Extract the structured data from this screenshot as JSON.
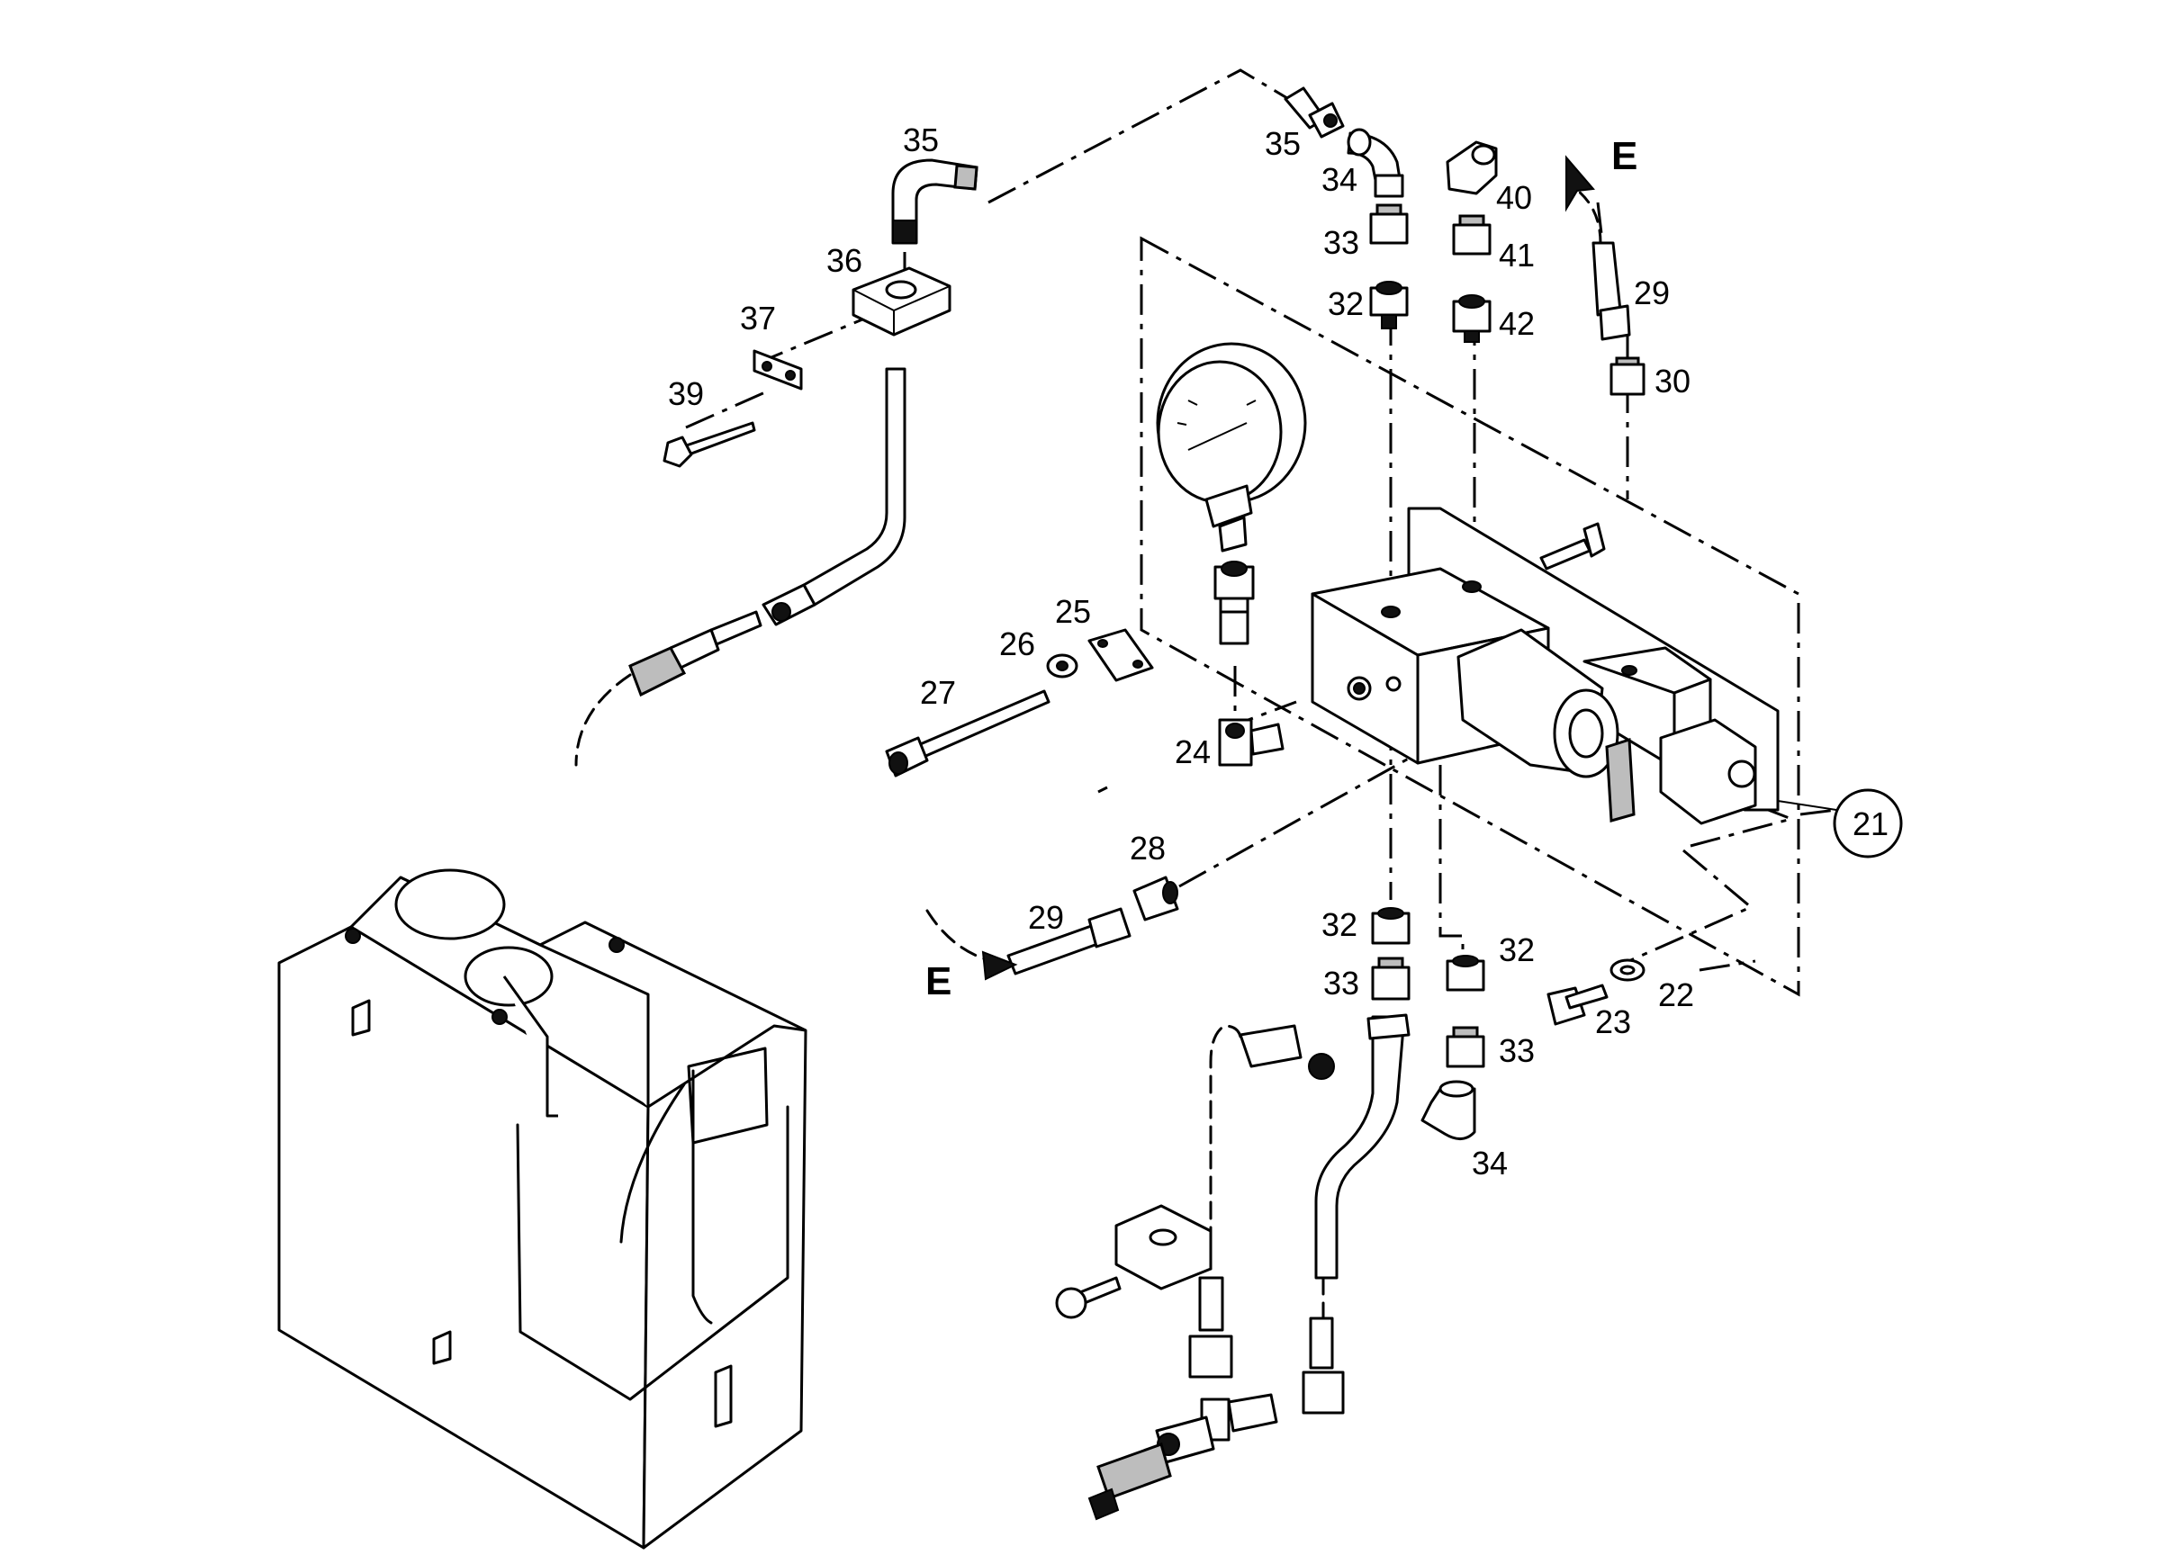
{
  "diagram": {
    "part_labels": {
      "p35a": "35",
      "p35b": "35",
      "p34a": "34",
      "p33a": "33",
      "p32a": "32",
      "p40": "40",
      "p41": "41",
      "p42": "42",
      "p29a": "29",
      "p30": "30",
      "p36": "36",
      "p37": "37",
      "p39": "39",
      "p25": "25",
      "p26": "26",
      "p27": "27",
      "p24": "24",
      "p28": "28",
      "p29b": "29",
      "p32b": "32",
      "p33b": "33",
      "p32c": "32",
      "p33c": "33",
      "p34b": "34",
      "p23": "23",
      "p22": "22",
      "p21": "21"
    },
    "flow_labels": {
      "e_top": "E",
      "e_bottom": "E"
    }
  }
}
